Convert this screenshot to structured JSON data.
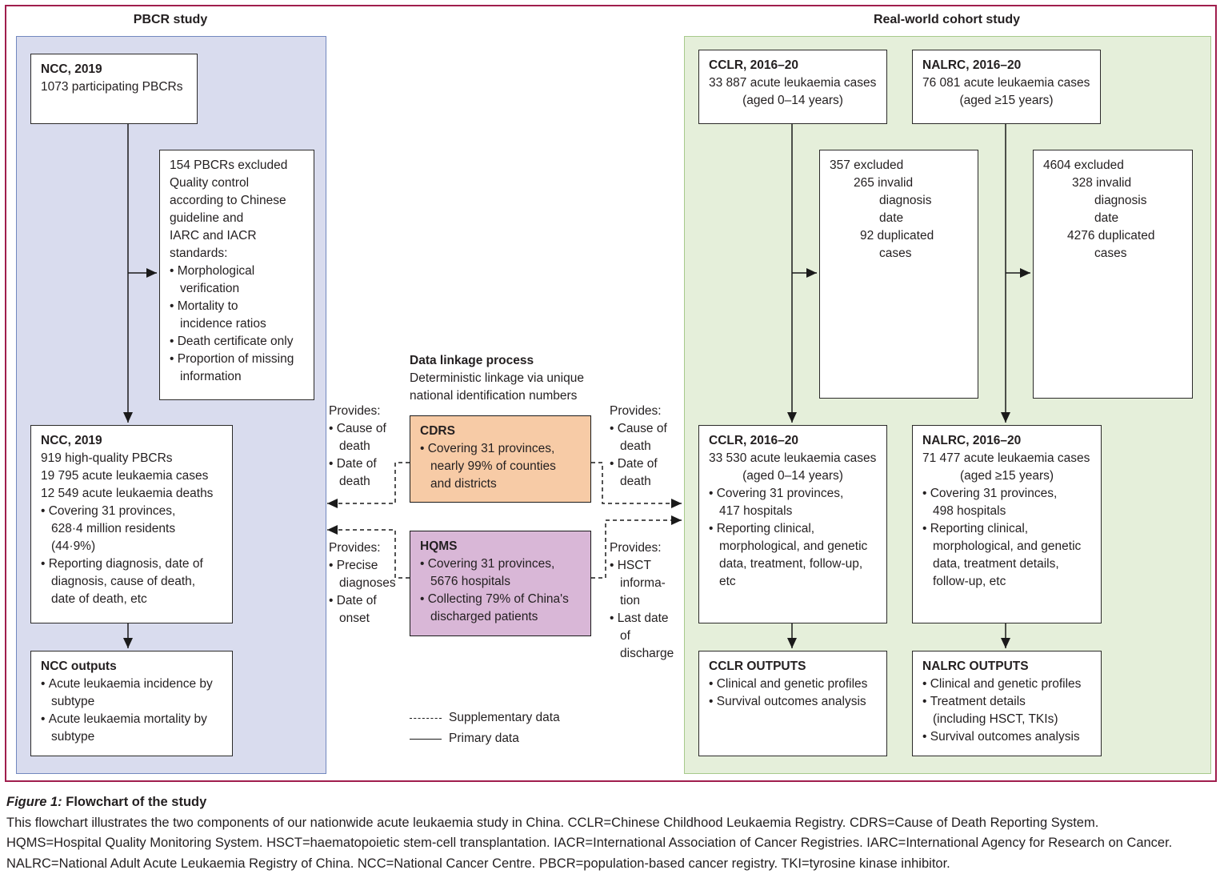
{
  "titles": {
    "left_panel": "PBCR study",
    "right_panel": "Real-world cohort study"
  },
  "linkage": {
    "lines": [
      {
        "t": "Data linkage process",
        "st": "title"
      },
      {
        "t": "Deterministic linkage via unique"
      },
      {
        "t": "national identification numbers"
      }
    ]
  },
  "boxes": {
    "ncc1": {
      "lines": [
        {
          "t": "NCC, 2019",
          "st": "title"
        },
        {
          "t": "1073 participating PBCRs"
        }
      ]
    },
    "pbcr_excluded": {
      "lines": [
        {
          "t": "154 PBCRs excluded"
        },
        {
          "t": "Quality control"
        },
        {
          "t": "according to Chinese"
        },
        {
          "t": "guideline and"
        },
        {
          "t": "IARC and IACR"
        },
        {
          "t": "standards:"
        },
        {
          "t": "Morphological",
          "st": "bullet"
        },
        {
          "t": "verification",
          "st": "ind"
        },
        {
          "t": "Mortality to",
          "st": "bullet"
        },
        {
          "t": "incidence ratios",
          "st": "ind"
        },
        {
          "t": "Death certificate only",
          "st": "bullet"
        },
        {
          "t": "Proportion of missing",
          "st": "bullet"
        },
        {
          "t": "information",
          "st": "ind"
        }
      ]
    },
    "ncc2": {
      "lines": [
        {
          "t": "NCC, 2019",
          "st": "title"
        },
        {
          "t": "919 high-quality PBCRs"
        },
        {
          "t": "19 795 acute leukaemia cases"
        },
        {
          "t": "12 549 acute leukaemia deaths"
        },
        {
          "t": "Covering 31 provinces,",
          "st": "bullet"
        },
        {
          "t": "628·4 million residents",
          "st": "ind"
        },
        {
          "t": "(44·9%)",
          "st": "ind"
        },
        {
          "t": "Reporting diagnosis, date of",
          "st": "bullet"
        },
        {
          "t": "diagnosis, cause of death,",
          "st": "ind"
        },
        {
          "t": "date of death, etc",
          "st": "ind"
        }
      ]
    },
    "ncc_outputs": {
      "lines": [
        {
          "t": "NCC outputs",
          "st": "title"
        },
        {
          "t": "Acute leukaemia incidence by",
          "st": "bullet"
        },
        {
          "t": "subtype",
          "st": "ind"
        },
        {
          "t": "Acute leukaemia mortality by",
          "st": "bullet"
        },
        {
          "t": "subtype",
          "st": "ind"
        }
      ]
    },
    "cdrs": {
      "lines": [
        {
          "t": "CDRS",
          "st": "title"
        },
        {
          "t": "Covering 31 provinces,",
          "st": "bullet"
        },
        {
          "t": "nearly 99% of counties",
          "st": "ind"
        },
        {
          "t": "and districts",
          "st": "ind"
        }
      ]
    },
    "hqms": {
      "lines": [
        {
          "t": "HQMS",
          "st": "title"
        },
        {
          "t": "Covering 31 provinces,",
          "st": "bullet"
        },
        {
          "t": "5676 hospitals",
          "st": "ind"
        },
        {
          "t": "Collecting 79% of China's",
          "st": "bullet"
        },
        {
          "t": "discharged patients",
          "st": "ind"
        }
      ]
    },
    "cclr1": {
      "lines": [
        {
          "t": "CCLR, 2016–20",
          "st": "title"
        },
        {
          "t": "33 887 acute leukaemia cases"
        },
        {
          "t": "(aged 0–14 years)",
          "st": "center"
        }
      ]
    },
    "nalrc1": {
      "lines": [
        {
          "t": "NALRC, 2016–20",
          "st": "title"
        },
        {
          "t": "76 081 acute leukaemia cases"
        },
        {
          "t": "(aged ≥15 years)",
          "st": "center"
        }
      ]
    },
    "cclr_excluded": {
      "lines": [
        {
          "t": "357 excluded"
        },
        {
          "t": "265 invalid",
          "ind": 30
        },
        {
          "t": "diagnosis",
          "ind": 62
        },
        {
          "t": "date",
          "ind": 62
        },
        {
          "t": "92 duplicated",
          "ind": 38
        },
        {
          "t": "cases",
          "ind": 62
        }
      ]
    },
    "nalrc_excluded": {
      "lines": [
        {
          "t": "4604 excluded"
        },
        {
          "t": "328 invalid",
          "ind": 36
        },
        {
          "t": "diagnosis",
          "ind": 64
        },
        {
          "t": "date",
          "ind": 64
        },
        {
          "t": "4276 duplicated",
          "ind": 30
        },
        {
          "t": "cases",
          "ind": 64
        }
      ]
    },
    "cclr2": {
      "lines": [
        {
          "t": "CCLR, 2016–20",
          "st": "title"
        },
        {
          "t": "33 530 acute leukaemia cases"
        },
        {
          "t": "(aged 0–14 years)",
          "st": "center"
        },
        {
          "t": "Covering 31 provinces,",
          "st": "bullet"
        },
        {
          "t": "417 hospitals",
          "st": "ind"
        },
        {
          "t": "Reporting clinical,",
          "st": "bullet"
        },
        {
          "t": "morphological, and genetic",
          "st": "ind"
        },
        {
          "t": "data, treatment, follow-up,",
          "st": "ind"
        },
        {
          "t": "etc",
          "st": "ind"
        }
      ]
    },
    "nalrc2": {
      "lines": [
        {
          "t": "NALRC, 2016–20",
          "st": "title"
        },
        {
          "t": "71 477 acute leukaemia cases"
        },
        {
          "t": "(aged ≥15 years)",
          "st": "center"
        },
        {
          "t": "Covering 31 provinces,",
          "st": "bullet"
        },
        {
          "t": "498 hospitals",
          "st": "ind"
        },
        {
          "t": "Reporting clinical,",
          "st": "bullet"
        },
        {
          "t": "morphological, and genetic",
          "st": "ind"
        },
        {
          "t": "data, treatment details,",
          "st": "ind"
        },
        {
          "t": "follow-up, etc",
          "st": "ind"
        }
      ]
    },
    "cclr_outputs": {
      "lines": [
        {
          "t": "CCLR OUTPUTS",
          "st": "title"
        },
        {
          "t": "Clinical and genetic profiles",
          "st": "bullet"
        },
        {
          "t": "Survival outcomes analysis",
          "st": "bullet"
        }
      ]
    },
    "nalrc_outputs": {
      "lines": [
        {
          "t": "NALRC OUTPUTS",
          "st": "title"
        },
        {
          "t": "Clinical and genetic profiles",
          "st": "bullet"
        },
        {
          "t": "Treatment details",
          "st": "bullet"
        },
        {
          "t": "(including HSCT, TKIs)",
          "st": "ind"
        },
        {
          "t": "Survival outcomes analysis",
          "st": "bullet"
        }
      ]
    }
  },
  "provides": {
    "cdrs_left": {
      "lines": [
        {
          "t": "Provides:"
        },
        {
          "t": "Cause of",
          "st": "bullet"
        },
        {
          "t": "death",
          "st": "ind"
        },
        {
          "t": "Date of",
          "st": "bullet"
        },
        {
          "t": "death",
          "st": "ind"
        }
      ]
    },
    "hqms_left": {
      "lines": [
        {
          "t": "Provides:"
        },
        {
          "t": "Precise",
          "st": "bullet"
        },
        {
          "t": "diagnoses",
          "st": "ind"
        },
        {
          "t": "Date of",
          "st": "bullet"
        },
        {
          "t": "onset",
          "st": "ind"
        }
      ]
    },
    "cdrs_right": {
      "lines": [
        {
          "t": "Provides:"
        },
        {
          "t": "Cause of",
          "st": "bullet"
        },
        {
          "t": "death",
          "st": "ind"
        },
        {
          "t": "Date of",
          "st": "bullet"
        },
        {
          "t": "death",
          "st": "ind"
        }
      ]
    },
    "hqms_right": {
      "lines": [
        {
          "t": "Provides:"
        },
        {
          "t": "HSCT",
          "st": "bullet"
        },
        {
          "t": "informa-",
          "st": "ind"
        },
        {
          "t": "tion",
          "st": "ind"
        },
        {
          "t": "Last date",
          "st": "bullet"
        },
        {
          "t": "of",
          "st": "ind"
        },
        {
          "t": "discharge",
          "st": "ind"
        }
      ]
    }
  },
  "legend": {
    "dashed_label": "Supplementary data",
    "solid_label": "Primary data"
  },
  "caption": {
    "figure_label": "Figure 1:",
    "figure_title": " Flowchart of the study",
    "line2": "This flowchart illustrates the two components of our nationwide acute leukaemia study in China. CCLR=Chinese Childhood Leukaemia Registry. CDRS=Cause of Death Reporting System.",
    "line3": "HQMS=Hospital Quality Monitoring System. HSCT=haematopoietic stem-cell transplantation. IACR=International Association of Cancer Registries. IARC=International Agency for Research on Cancer.",
    "line4": "NALRC=National Adult Acute Leukaemia Registry of China. NCC=National Cancer Centre. PBCR=population-based cancer registry. TKI=tyrosine kinase inhibitor."
  },
  "colors": {
    "figure-border": "#A01E4D",
    "left-panel-fill": "#D9DCEE",
    "left-panel-border": "#7288BF",
    "right-panel-fill": "#E5EFDA",
    "right-panel-border": "#A7CA8B",
    "cdrs-fill": "#F7CBA6",
    "hqms-fill": "#D9B7D7",
    "box-border": "#2B2A29",
    "text": "#231F20",
    "arrow": "#1A1A1A"
  }
}
